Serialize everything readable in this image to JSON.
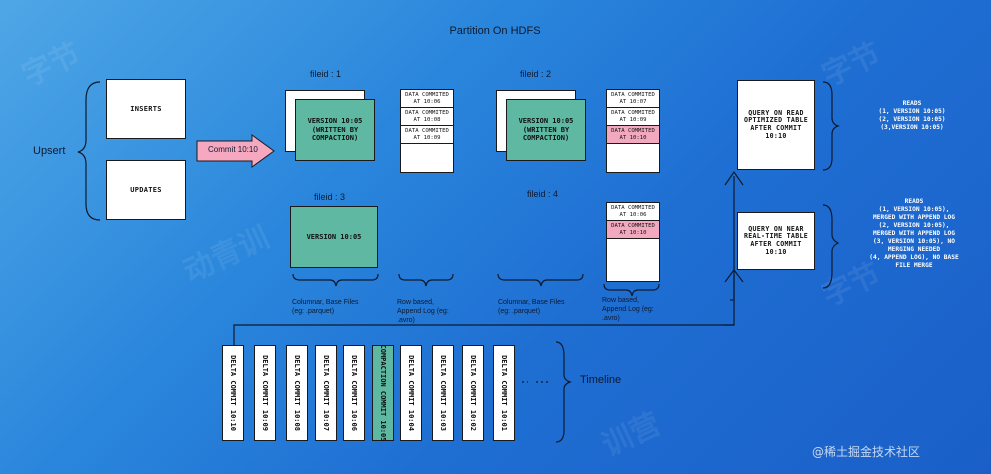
{
  "title": "Partition On HDFS",
  "upsert": {
    "label": "Upsert",
    "inserts": "INSERTS",
    "updates": "UPDATES"
  },
  "commit_arrow": "Commit 10:10",
  "file_groups": [
    {
      "label": "fileid : 1",
      "base": "VERSION 10:05\n(WRITTEN BY\nCOMPACTION)",
      "log": [
        "DATA COMMITED\nAT 10:06",
        "DATA COMMITED\nAT 10:08",
        "DATA COMMITED\nAT 10:09"
      ]
    },
    {
      "label": "fileid : 2",
      "base": "VERSION 10:05\n(WRITTEN BY\nCOMPACTION)",
      "log": [
        "DATA COMMITED\nAT 10:07",
        "DATA COMMITED\nAT 10:09",
        "DATA COMMITED\nAT 10:10"
      ]
    },
    {
      "label": "fileid : 3",
      "base": "VERSION 10:05"
    },
    {
      "label": "fileid : 4",
      "log": [
        "DATA COMMITED\nAT 10:06",
        "DATA COMMITED\nAT 10:10"
      ]
    }
  ],
  "captions": {
    "columnar_1": "Columnar, Base Files\n(eg: .parquet)",
    "rowbased_1": "Row based,\nAppend Log (eg:\n.avro)",
    "columnar_2": "Columnar, Base Files\n(eg: .parquet)",
    "rowbased_2": "Row based,\nAppend Log (eg:\n.avro)"
  },
  "queries": {
    "ro": "QUERY ON READ\nOPTIMIZED TABLE\nAFTER COMMIT\n10:10",
    "ro_reads": "READS\n(1, VERSION 10:05)\n(2, VERSION 10:05)\n(3,VERSION 10:05)",
    "rt": "QUERY ON NEAR\nREAL-TIME TABLE\nAFTER COMMIT\n10:10",
    "rt_reads": "READS\n(1, VERSION 10:05),\nMERGED WITH APPEND LOG\n(2, VERSION 10:05),\nMERGED WITH APPEND LOG\n(3, VERSION 10:05), NO\nMERGING NEEDED\n(4, APPEND LOG), NO BASE\nFILE MERGE"
  },
  "timeline": {
    "label": "Timeline",
    "commits": [
      "DELTA COMMIT 10:10",
      "DELTA COMMIT 10:09",
      "DELTA COMMIT 10:08",
      "DELTA COMMIT 10:07",
      "DELTA COMMIT 10:06",
      "COMPACTION COMMIT 10:05",
      "DELTA COMMIT 10:04",
      "DELTA COMMIT 10:03",
      "DELTA COMMIT 10:02",
      "DELTA COMMIT 10:01"
    ],
    "highlight_index": 5
  },
  "watermark": "@稀土掘金技术社区",
  "colors": {
    "green": "#5fb8a1",
    "pink": "#f2a9bf",
    "arrow": "#f5a8c0"
  }
}
